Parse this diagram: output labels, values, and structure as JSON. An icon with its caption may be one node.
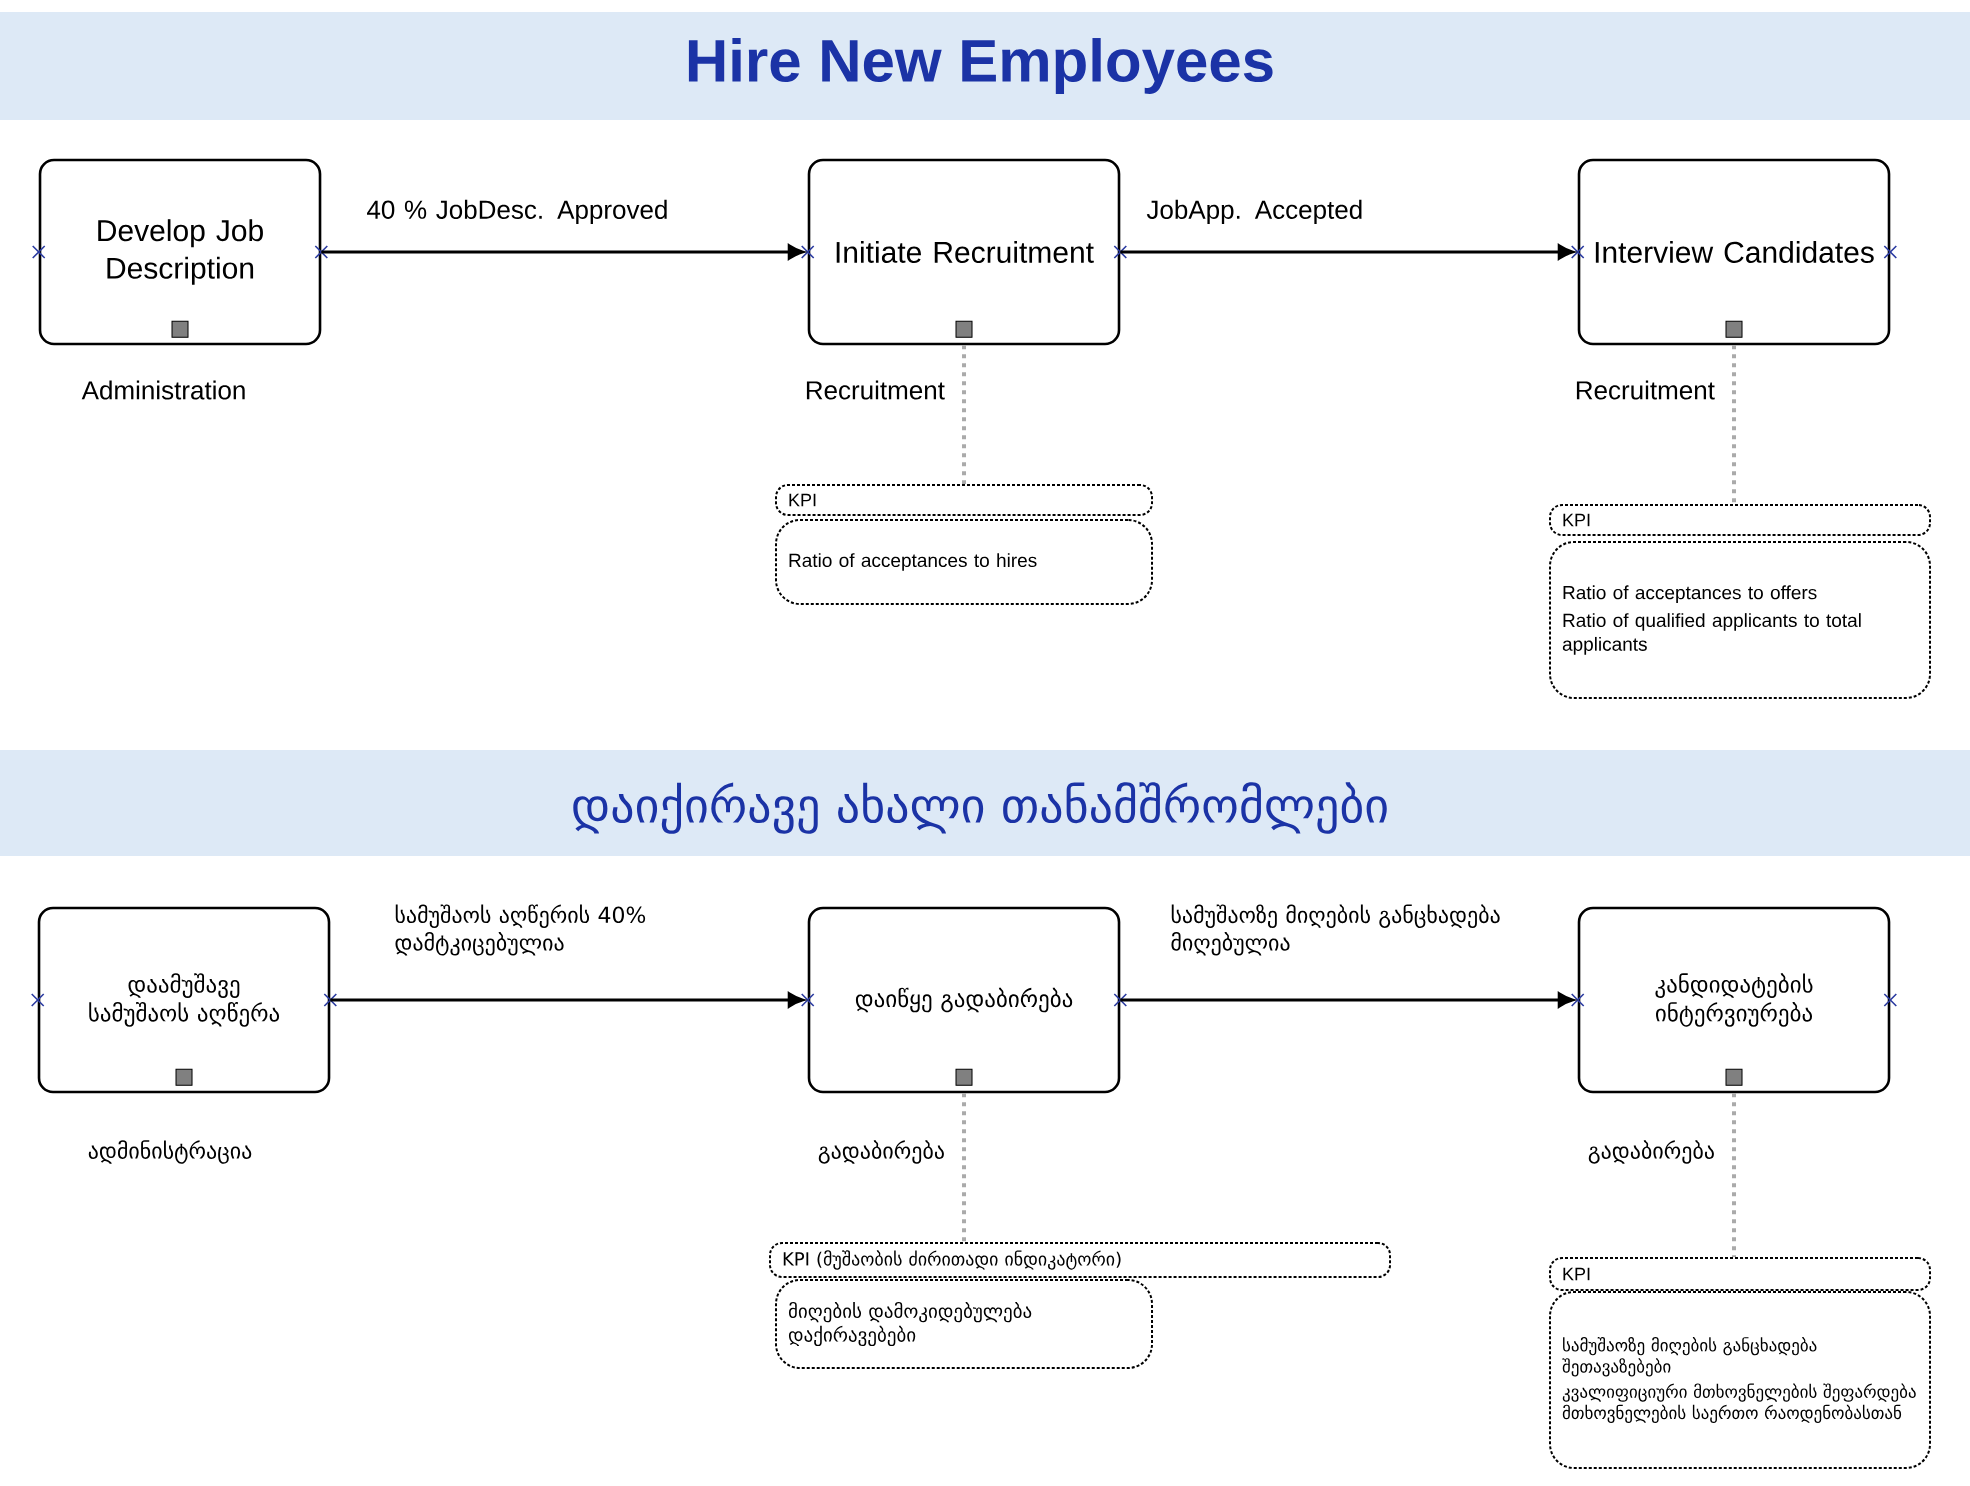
{
  "diagram": {
    "title": "Hire New Employees",
    "nodes": [
      {
        "text": [
          "Develop Job Description"
        ],
        "beside": [
          "Administration"
        ]
      },
      {
        "text": [
          "Initiate Recruitment"
        ],
        "beside": [
          "Recruitment"
        ]
      },
      {
        "text": [
          "Interview Candidates"
        ],
        "beside": [
          "Recruitment"
        ]
      },
      {
        "text": [
          "KPI"
        ]
      },
      {
        "text": [
          "Ratio of acceptances to hires"
        ]
      },
      {
        "text": [
          "KPI"
        ]
      },
      {
        "text": [
          "Ratio of acceptances to offers",
          "Ratio of qualified applicants to total applicants"
        ]
      },
      {
        "text": [
          "დაამუშავე სამუშაოს აღწერა"
        ],
        "beside": [
          "ადმინისტრაცია"
        ]
      },
      {
        "text": [
          "დაიწყე გადაბირება"
        ],
        "beside": [
          "გადაბირება"
        ]
      },
      {
        "text": [
          "კანდიდატების ინტერვიურება"
        ],
        "beside": [
          "გადაბირება"
        ]
      },
      {
        "text": [
          "KPI (მუშაობის ძირითადი ინდიკატორი)"
        ]
      },
      {
        "text": [
          "მიღების დამოკიდებულება დაქირავებები"
        ]
      },
      {
        "text": [
          "KPI"
        ]
      },
      {
        "text": [
          "სამუშაოზე მიღების განცხადება შეთავაზებები",
          "კვალიფიციური მთხოვნელების შეფარდება მთხოვნელების საერთო რაოდენობასთან"
        ]
      }
    ],
    "edges": [
      {
        "from": 0,
        "to": 1,
        "arrow": "to",
        "label": "40 %  JobDesc.  Approved"
      },
      {
        "from": 1,
        "to": 2,
        "arrow": "to",
        "label": "JobApp.  Accepted"
      },
      {
        "from": 1,
        "to": 3,
        "arrow": "none",
        "style": "dashed",
        "color": "#aaaaaa"
      },
      {
        "from": 2,
        "to": 5,
        "arrow": "none",
        "style": "dashed",
        "color": "#aaaaaa"
      },
      {
        "from": 7,
        "to": 8,
        "arrow": "to",
        "label": "სამუშაოს აღწერის 40% დამტკიცებულია"
      },
      {
        "from": 8,
        "to": 9,
        "arrow": "to",
        "label": "სამუშაოზე მიღების განცხადება მიღებულია"
      },
      {
        "from": 8,
        "to": 10,
        "arrow": "none",
        "style": "dashed",
        "color": "#aaaaaa"
      },
      {
        "from": 9,
        "to": 12,
        "arrow": "none",
        "style": "dashed",
        "color": "#aaaaaa"
      }
    ],
    "labels": [
      "დაიქირავე ახალი თანამშრომლები"
    ]
  }
}
